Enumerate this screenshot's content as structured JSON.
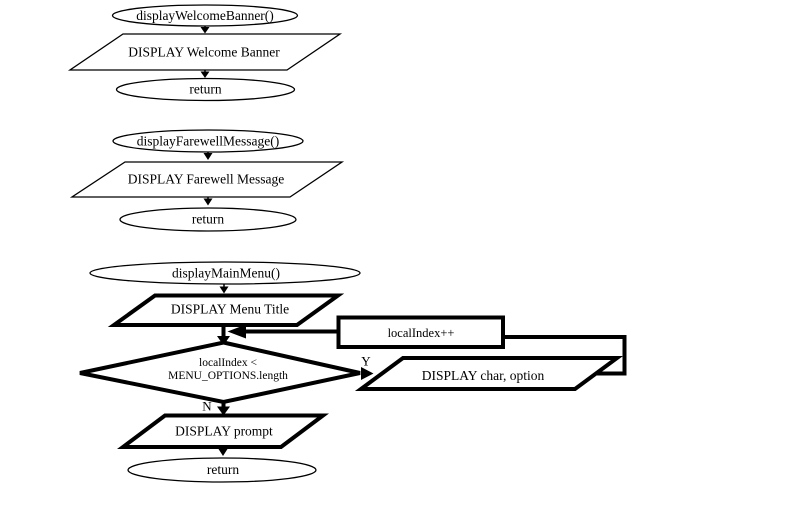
{
  "colors": {
    "ink": "#000000",
    "background": "#ffffff"
  },
  "flowcharts": {
    "welcome": {
      "start": "displayWelcomeBanner()",
      "process": "DISPLAY Welcome Banner",
      "end": "return"
    },
    "farewell": {
      "start": "displayFarewellMessage()",
      "process": "DISPLAY Farewell Message",
      "end": "return"
    },
    "main_menu": {
      "start": "displayMainMenu()",
      "title_process": "DISPLAY Menu Title",
      "decision": {
        "line1": "localIndex <",
        "line2": "MENU_OPTIONS.length",
        "yes": "Y",
        "no": "N"
      },
      "loop_body": "DISPLAY char, option",
      "loop_increment": "localIndex++",
      "prompt_process": "DISPLAY prompt",
      "end": "return"
    }
  }
}
